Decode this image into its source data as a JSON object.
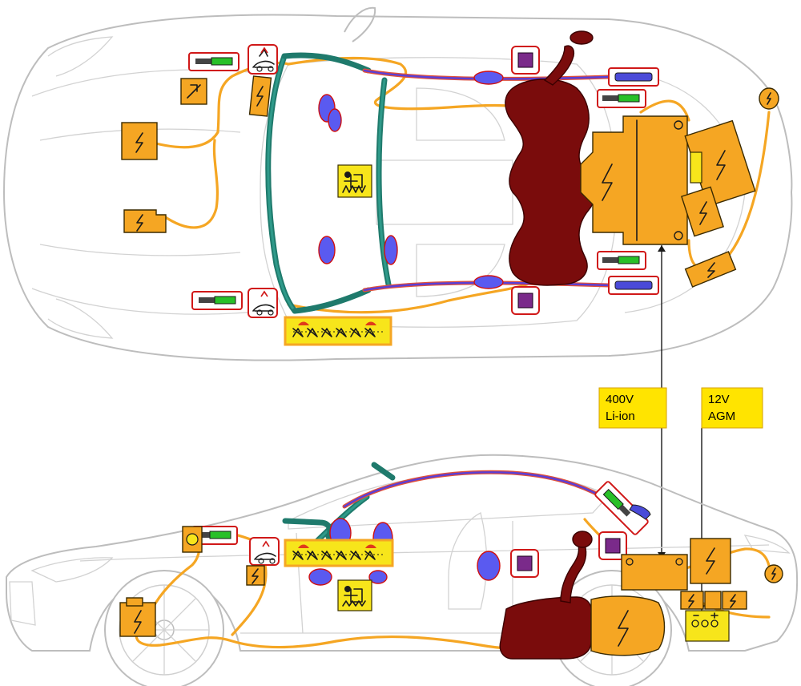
{
  "figure": {
    "battery_hv": {
      "voltage": "400V",
      "chemistry": "Li-ion"
    },
    "battery_lv": {
      "voltage": "12V",
      "chemistry": "AGM"
    }
  },
  "colors": {
    "cable": "#f5a623",
    "high_voltage_component": "#f5a623",
    "fuel_tank": "#7a0c0c",
    "airbag": "#5a5af0",
    "reinforcement": "#1f7a6c",
    "warning_label": "#f7e51b",
    "callout_fill": "#ffe400"
  }
}
